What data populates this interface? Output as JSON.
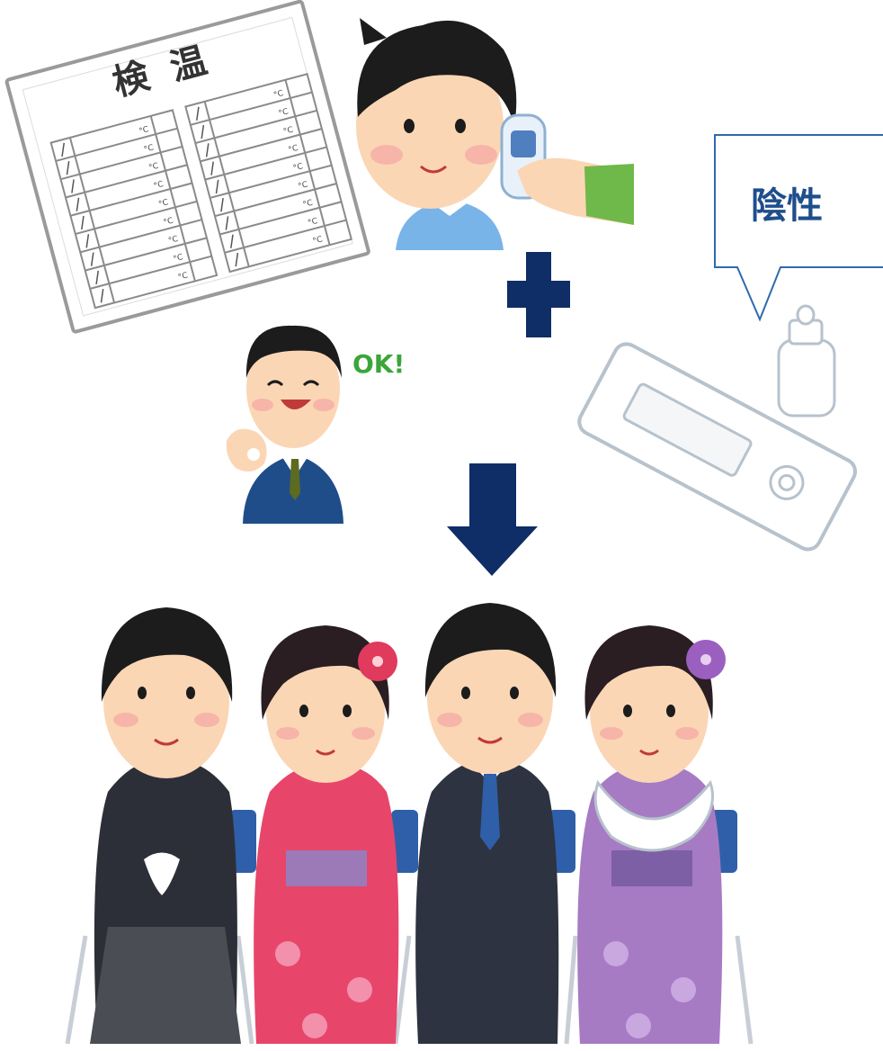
{
  "sheet": {
    "title": "検 温",
    "unit": "°C",
    "row_count": 9,
    "columns": 2
  },
  "bubble": {
    "text": "陰性"
  },
  "ok_sign": {
    "text": "OK!"
  },
  "icons": {
    "plus": "plus-icon",
    "arrow": "down-arrow-icon"
  },
  "colors": {
    "navy": "#0f2d66",
    "skin": "#fbd6b5",
    "hair": "#1c1c1c",
    "red_kimono": "#e8456b",
    "purple_kimono": "#a67bc4",
    "chair_blue": "#2f5fa8",
    "bubble_line": "#2e6ab0"
  }
}
